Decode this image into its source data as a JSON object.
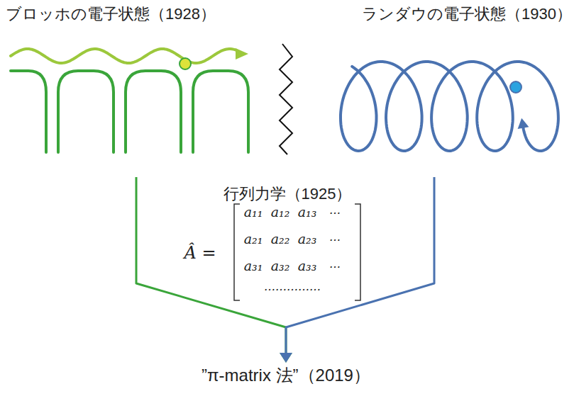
{
  "diagram": {
    "nodes": [
      {
        "text": [
          "ブロッホの電子状態（1928）"
        ]
      },
      {
        "text": [
          "ランダウの電子状態（1930）"
        ]
      },
      {
        "text": [
          "”π-matrix 法”（2019）"
        ]
      }
    ],
    "edges": [
      {
        "from": 0,
        "to": 2,
        "arrow": "to"
      },
      {
        "from": 1,
        "to": 2,
        "arrow": "to"
      }
    ],
    "labels": [
      "行列力学（1925）",
      "Â =",
      "a₁₁",
      "a₁₂",
      "a₁₃",
      "…",
      "a₂₁",
      "a₂₂",
      "a₂₃",
      "…",
      "a₃₁",
      "a₃₂",
      "a₃₃",
      "…",
      "……………"
    ]
  }
}
